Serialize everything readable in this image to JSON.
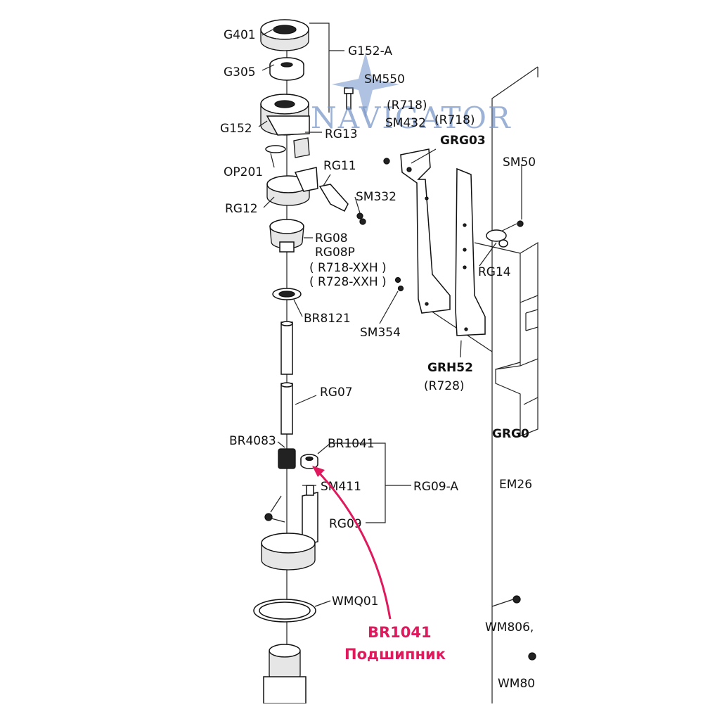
{
  "watermark": {
    "text": "NAVIGATOR",
    "color": "#7a97c7"
  },
  "labels": {
    "g401": "G401",
    "g152a": "G152-A",
    "g305": "G305",
    "sm550": "SM550",
    "r718_a": "(R718)",
    "r718_b": "(R718)",
    "g152": "G152",
    "sm432": "SM432",
    "grg03": "GRG03",
    "rg13": "RG13",
    "sm50": "SM50",
    "op201": "OP201",
    "rg11": "RG11",
    "sm332": "SM332",
    "rg12": "RG12",
    "rg08": "RG08",
    "rg08p": "RG08P",
    "r718xxh": "R718-XXH",
    "r728xxh": "R728-XXH",
    "rg14": "RG14",
    "br8121": "BR8121",
    "sm354": "SM354",
    "grh52": "GRH52",
    "r728": "(R728)",
    "rg07": "RG07",
    "grg0": "GRG0",
    "br4083": "BR4083",
    "br1041": "BR1041",
    "em26": "EM26",
    "sm411": "SM411",
    "rg09a": "RG09-A",
    "rg09": "RG09",
    "wmq01": "WMQ01",
    "wm806": "WM806,",
    "wm80": "WM80"
  },
  "callout": {
    "code": "BR1041",
    "name": "Подшипник",
    "color": "#e0195e"
  }
}
